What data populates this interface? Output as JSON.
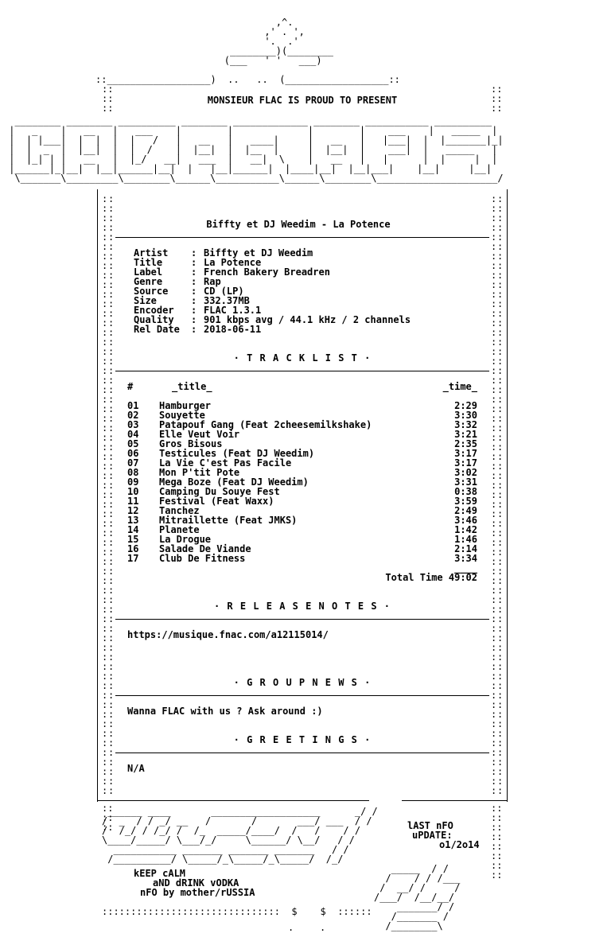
{
  "presenter": "MONSIEUR FLAC IS PROUD TO PRESENT",
  "release_heading": "Biffty et DJ Weedim - La Potence",
  "info": [
    {
      "key": "Artist",
      "value": "Biffty et DJ Weedim"
    },
    {
      "key": "Title",
      "value": "La Potence"
    },
    {
      "key": "Label",
      "value": "French Bakery Breadren"
    },
    {
      "key": "Genre",
      "value": "Rap"
    },
    {
      "key": "Source",
      "value": "CD (LP)"
    },
    {
      "key": "Size",
      "value": "332.37MB"
    },
    {
      "key": "Encoder",
      "value": "FLAC 1.3.1"
    },
    {
      "key": "Quality",
      "value": "901 kbps avg / 44.1 kHz / 2 channels"
    },
    {
      "key": "Rel Date",
      "value": "2018-06-11"
    }
  ],
  "tracklist": {
    "section_title": "· T R A C K L I S T ·",
    "col_no": "#",
    "col_title": "_title_",
    "col_time": "_time_",
    "tracks": [
      {
        "no": "01",
        "title": "Hamburger",
        "time": "2:29"
      },
      {
        "no": "02",
        "title": "Souyette",
        "time": "3:30"
      },
      {
        "no": "03",
        "title": "Patapouf Gang (Feat 2cheesemilkshake)",
        "time": "3:32"
      },
      {
        "no": "04",
        "title": "Elle Veut Voir",
        "time": "3:21"
      },
      {
        "no": "05",
        "title": "Gros Bisous",
        "time": "2:35"
      },
      {
        "no": "06",
        "title": "Testicules (Feat DJ Weedim)",
        "time": "3:17"
      },
      {
        "no": "07",
        "title": "La Vie C'est Pas Facile",
        "time": "3:17"
      },
      {
        "no": "08",
        "title": "Mon P'tit Pote",
        "time": "3:02"
      },
      {
        "no": "09",
        "title": "Mega Boze (Feat DJ Weedim)",
        "time": "3:31"
      },
      {
        "no": "10",
        "title": "Camping Du Souye Fest",
        "time": "0:38"
      },
      {
        "no": "11",
        "title": "Festival (Feat Waxx)",
        "time": "3:59"
      },
      {
        "no": "12",
        "title": "Tanchez",
        "time": "2:49"
      },
      {
        "no": "13",
        "title": "Mitraillette (Feat JMKS)",
        "time": "3:46"
      },
      {
        "no": "14",
        "title": "Planete",
        "time": "1:42"
      },
      {
        "no": "15",
        "title": "La Drogue",
        "time": "1:46"
      },
      {
        "no": "16",
        "title": "Salade De Viande",
        "time": "2:14"
      },
      {
        "no": "17",
        "title": "Club De Fitness",
        "time": "3:34"
      }
    ],
    "total_rule": "____",
    "total": "Total Time 49:02"
  },
  "release_notes": {
    "section_title": "· R E L E A S E   N O T E S ·",
    "text": "https://musique.fnac.com/a12115014/"
  },
  "group_news": {
    "section_title": "· G R O U P   N E W S ·",
    "text": "Wanna FLAC with us ? Ask around :)"
  },
  "greetings": {
    "section_title": "· G R E E T I N G S ·",
    "text": "N/A"
  },
  "footer": {
    "last_nfo": "lAST nFO",
    "update": "uPDATE:",
    "update_date": "o1/2o14",
    "keep_calm": "kEEP cALM",
    "drink": "aND dRINK vODKA",
    "nfo_by": "nFO by mother/rUSSIA"
  },
  "ascii_art": {
    "top_emblem": "                                                ,^.\n                                              ,' . ',\n                                              '.  .'\n                                        ________)(________\n                                       (___   ' '   ___)",
    "header_bar": "::__________________)  ..   ..  (__________________::",
    "logo": "  ________ ________ __________ ________ _____________ ________ ___________ __________\n |   _    |   __   |   ___    |        |             |        |    ___    |   _____  |\n |  | |___|  |  |  |  |   /   |   __   |   ____|     |   __   |   |___|  |  |_______|_|\n |  |  _  |  |__|  |  |  /    |  |__|  |  |__  |     |  |__|  |    ___|  |   _____   |\n |  |_| | |   __   |  |_/   __|   ___  |   __|  \\    |   __   |   |      |  |     |  |\n |______|_|__|  |__|______|__|  |   |__|______|  |____|__|  |__|___|    |__|     |__|\n  \\_______\\_________\\________\\______\\___________\\______\\________\\_____________________/",
    "bottom_logo": " ______ ____       ___________________      _/ /\n/  _  / / _/ __   /       /       ___/ ___  / /\n/  /_/ / /_/ /  /_  _____/____/  /   /    / /\n\\____/_____/ \\___/_/     \\______/ \\__/   / /\n  ___________ _______ _______ _______   / /\n /__________/ \\_____/_\\_____/_\\_____/  /_/",
    "bottom_logo_right": "   _____  / /\n  /    / / /___\n /  __/ /     /\n/___/  /__/__/\n    _______/ /\n   /_______ /\n  /________\\",
    "bottom_dots": ":::::::::::::::::::::::::::::::  $    $  ::::::"
  }
}
